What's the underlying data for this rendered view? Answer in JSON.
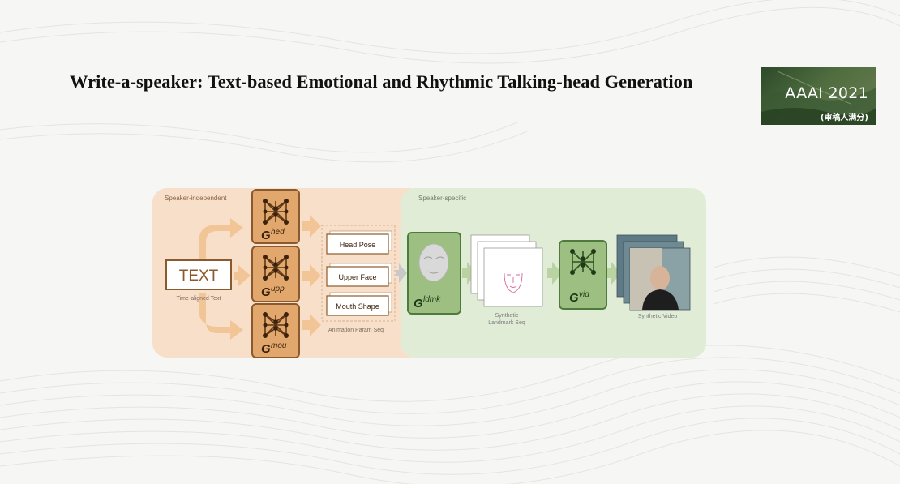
{
  "title": "Write-a-speaker: Text-based Emotional and Rhythmic Talking-head Generation",
  "badge": {
    "main": "AAAI 2021",
    "sub": "(审稿人满分)"
  },
  "diagram": {
    "speaker_independent_label": "Speaker-independent",
    "speaker_specific_label": "Speaker-specific",
    "text_box": "TEXT",
    "text_caption": "Time-aligned Text",
    "generators": {
      "hed": {
        "base": "G",
        "sup": "hed"
      },
      "upp": {
        "base": "G",
        "sup": "upp"
      },
      "mou": {
        "base": "G",
        "sup": "mou"
      },
      "ldmk": {
        "base": "G",
        "sup": "ldmk"
      },
      "vid": {
        "base": "G",
        "sup": "vid"
      }
    },
    "params": [
      "Head Pose",
      "Upper Face",
      "Mouth Shape"
    ],
    "params_caption": "Animation Param Seq",
    "landmark_caption": [
      "Synthetic",
      "Landmark Seq"
    ],
    "video_caption": "Synthetic Video",
    "colors": {
      "orange_bg": "#f8dfc9",
      "green_bg": "#e1ecd6",
      "orange_arrow": "#f2c597",
      "gen_fill": "#e1a76d",
      "gen_stroke": "#8a5a2e",
      "green_fill": "#9dc082",
      "green_stroke": "#4e7a3c"
    }
  }
}
